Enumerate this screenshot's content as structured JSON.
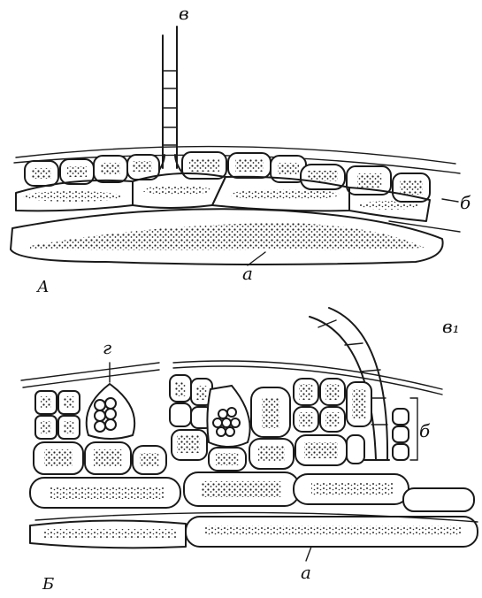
{
  "panels": [
    {
      "name": "А"
    },
    {
      "name": "Б"
    }
  ],
  "labels": {
    "top_v": "в",
    "top_b": "б",
    "top_a": "а",
    "bottom_g": "г",
    "bottom_v1": "в₁",
    "bottom_b": "б",
    "bottom_a": "а"
  }
}
